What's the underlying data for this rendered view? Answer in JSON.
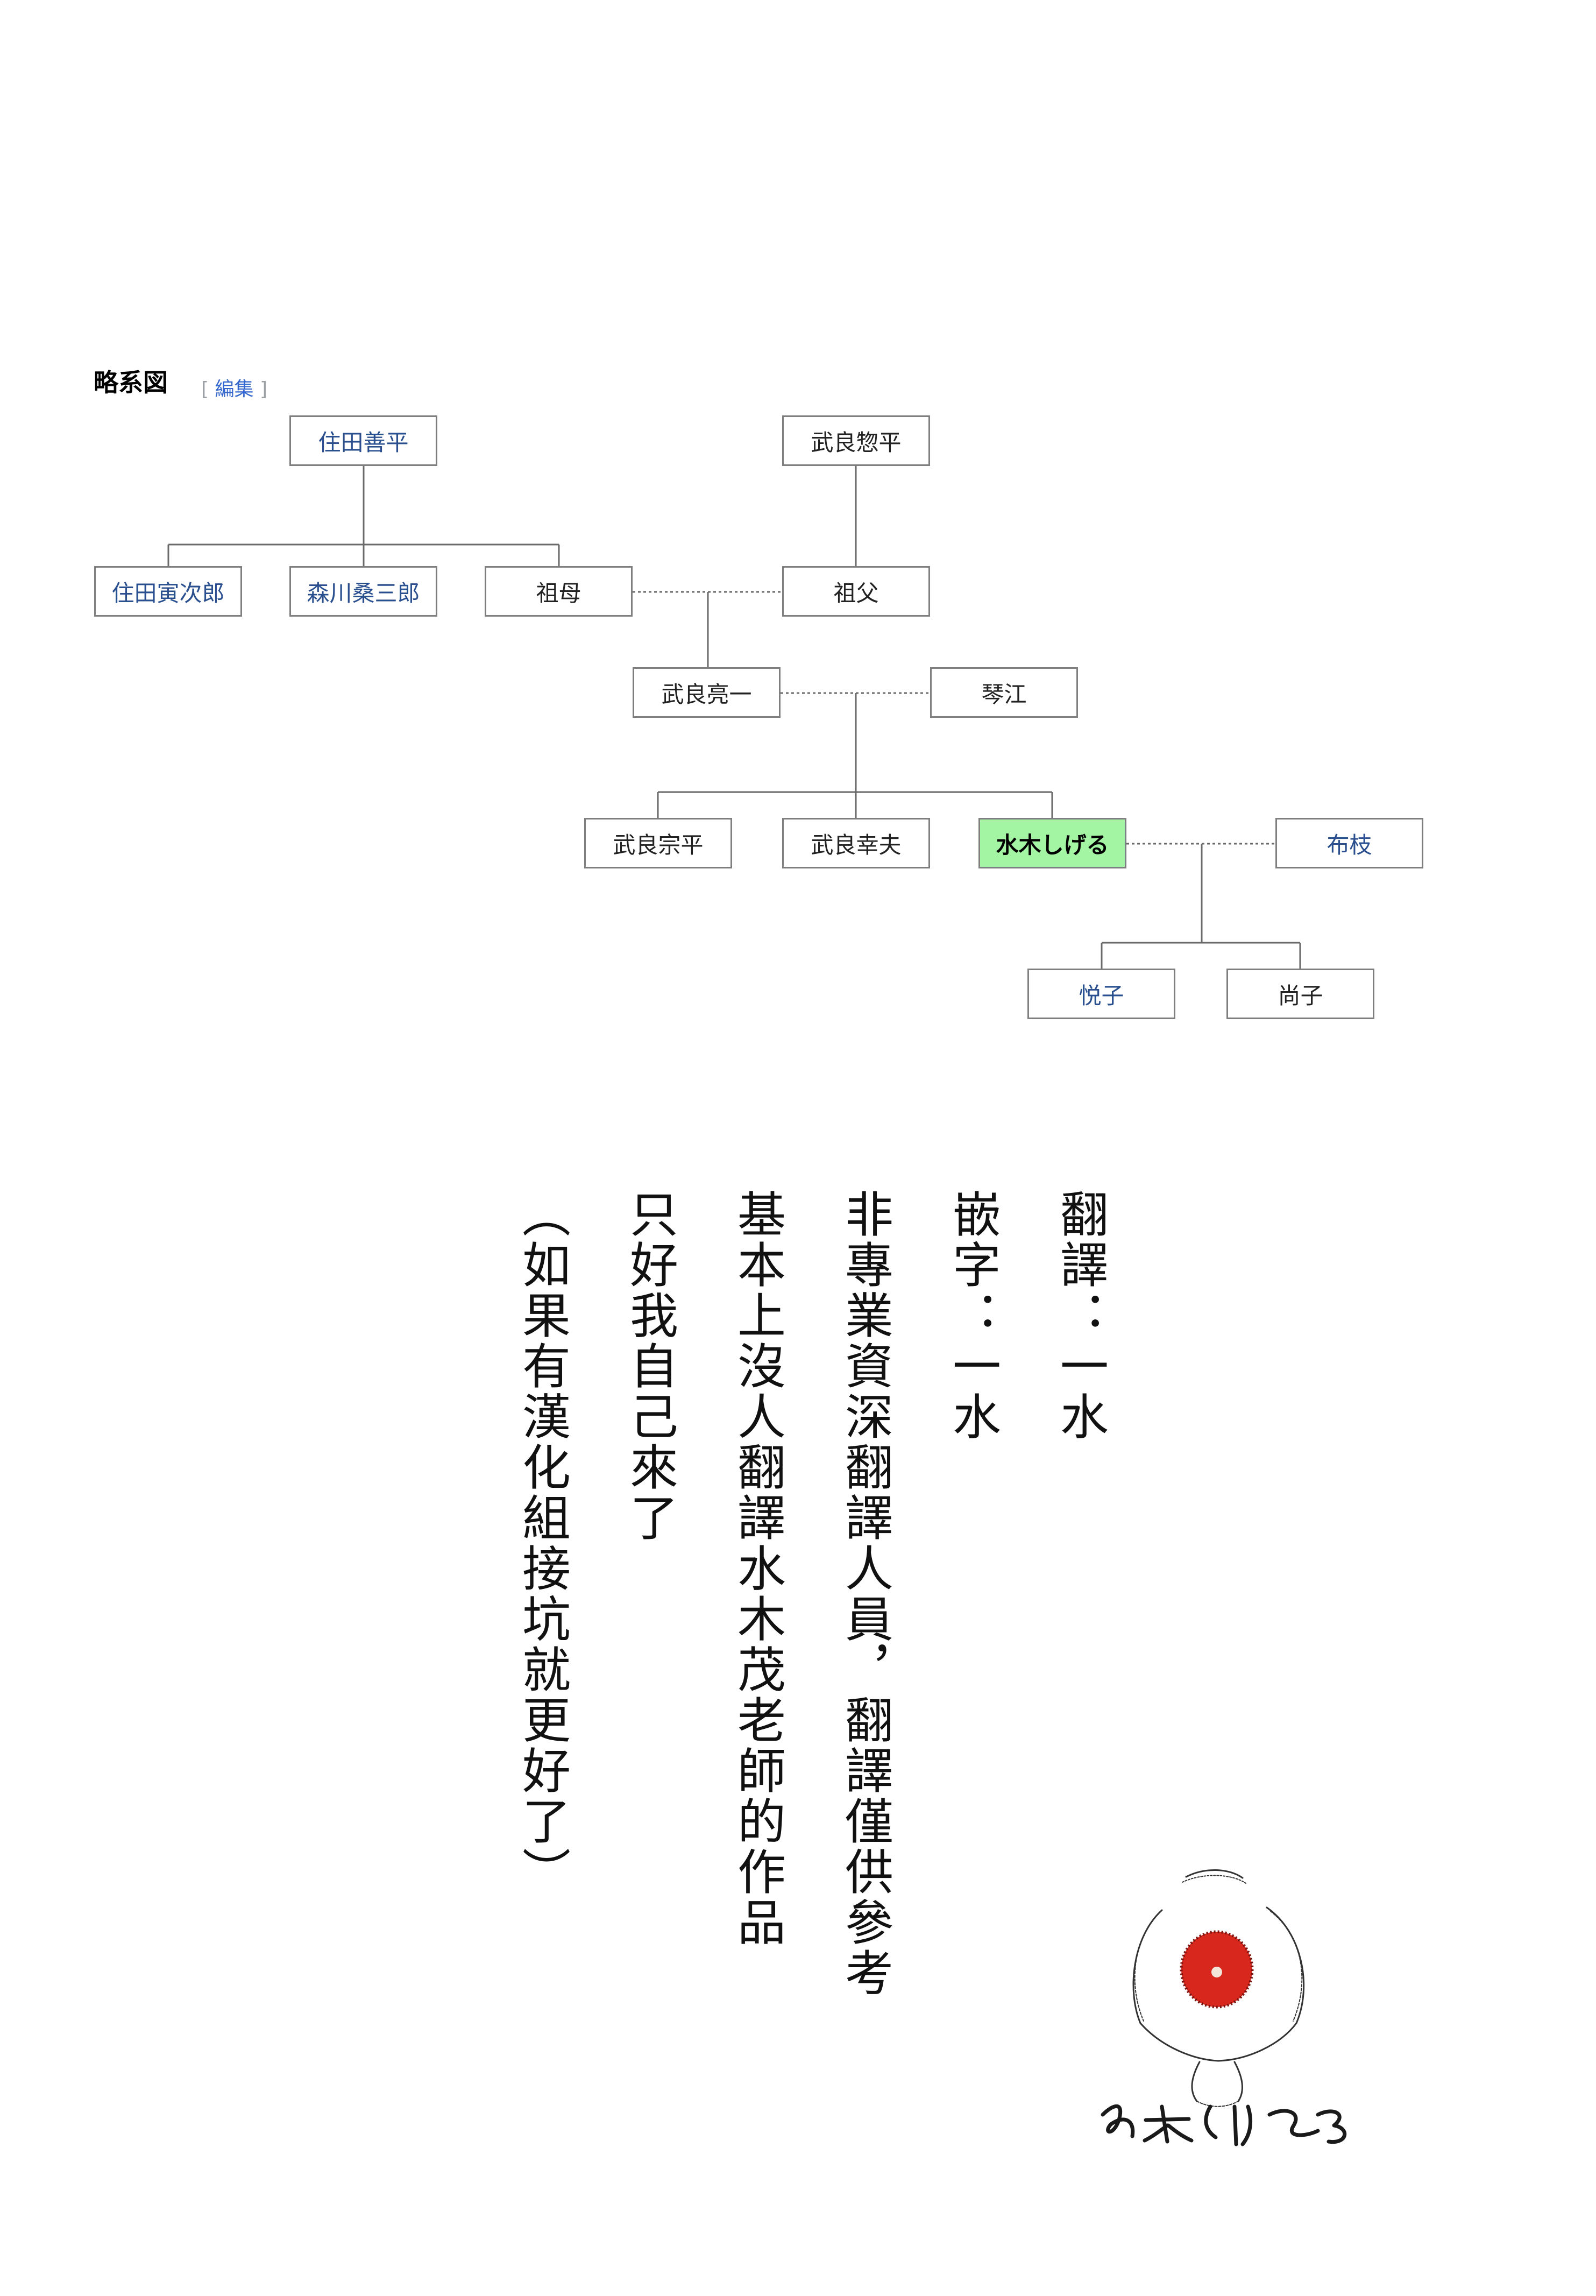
{
  "family_tree": {
    "title": "略系図",
    "edit": {
      "open": "[",
      "label": "編集",
      "close": "]"
    },
    "nodes": [
      {
        "id": "sumita-zenpei",
        "label": "住田善平"
      },
      {
        "id": "mura-sohei",
        "label": "武良惣平"
      },
      {
        "id": "sumita-torajiro",
        "label": "住田寅次郎"
      },
      {
        "id": "morikawa-kuwasaburo",
        "label": "森川桑三郎"
      },
      {
        "id": "grandmother",
        "label": "祖母"
      },
      {
        "id": "grandfather",
        "label": "祖父"
      },
      {
        "id": "mura-ryoichi",
        "label": "武良亮一"
      },
      {
        "id": "kotoe",
        "label": "琴江"
      },
      {
        "id": "mura-sohei-2",
        "label": "武良宗平"
      },
      {
        "id": "mura-yukio",
        "label": "武良幸夫"
      },
      {
        "id": "mizuki-shigeru",
        "label": "水木しげる"
      },
      {
        "id": "nunoe",
        "label": "布枝"
      },
      {
        "id": "etsuko",
        "label": "悦子"
      },
      {
        "id": "naoko",
        "label": "尚子"
      }
    ]
  },
  "credits": [
    "翻譯：一水",
    "嵌字：一水",
    "非專業資深翻譯人員，翻譯僅供參考",
    "基本上沒人翻譯水木茂老師的作品",
    "只好我自己來了",
    "（如果有漢化組接坑就更好了）"
  ],
  "colors": {
    "highlight": "#a3f5a3",
    "link": "#2a4f8f",
    "border": "#7f7f7f",
    "eye_red": "#d8281e"
  }
}
